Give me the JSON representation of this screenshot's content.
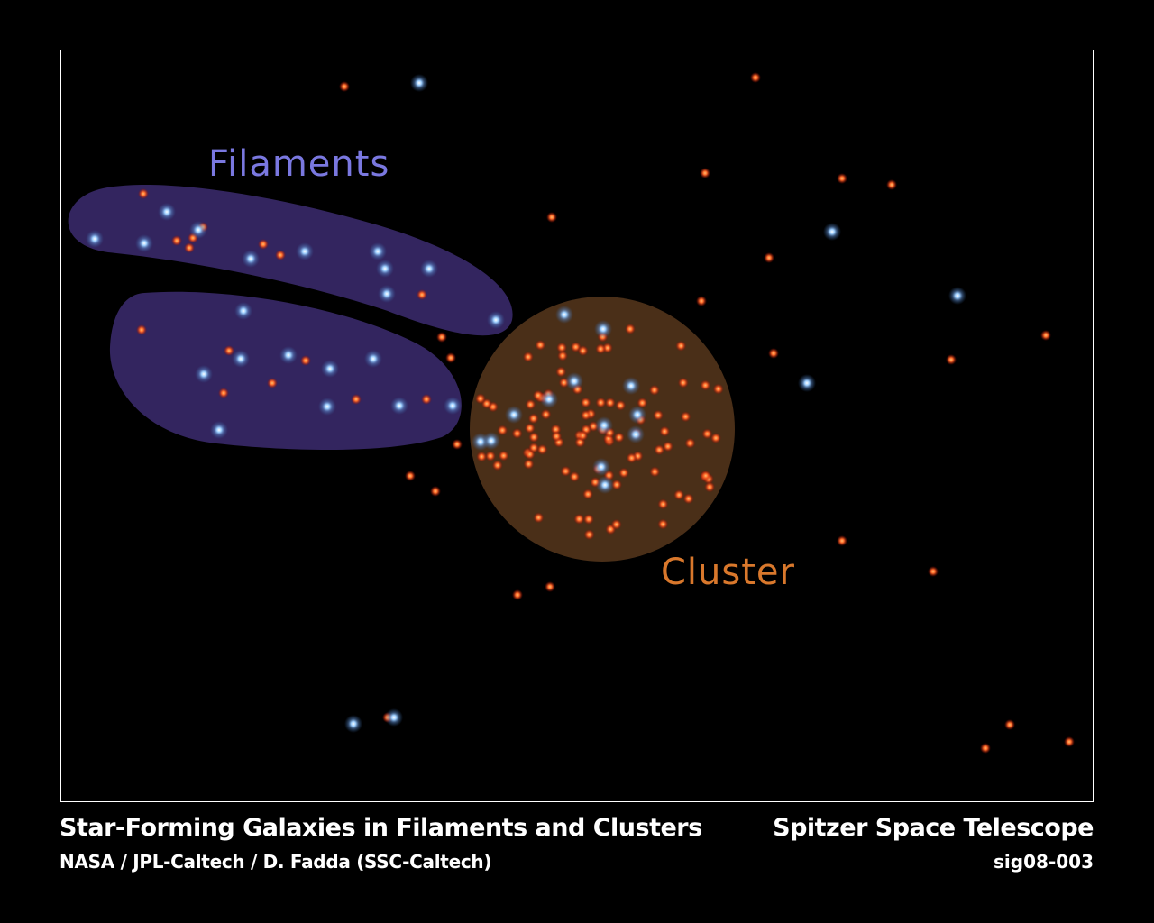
{
  "labels": {
    "filaments": "Filaments",
    "cluster": "Cluster"
  },
  "caption": {
    "title": "Star-Forming Galaxies in Filaments and Clusters",
    "credit": "NASA / JPL-Caltech / D. Fadda (SSC-Caltech)",
    "mission": "Spitzer Space Telescope",
    "image_id": "sig08-003"
  },
  "colors": {
    "background": "#000000",
    "frame": "#ffffff",
    "filament_region": "#33255f",
    "cluster_region": "#4a2f18",
    "filament_label": "#7a78e0",
    "cluster_label": "#d9782c",
    "blue_galaxy": "#9fd0ff",
    "red_galaxy": "#ff6a2a"
  }
}
